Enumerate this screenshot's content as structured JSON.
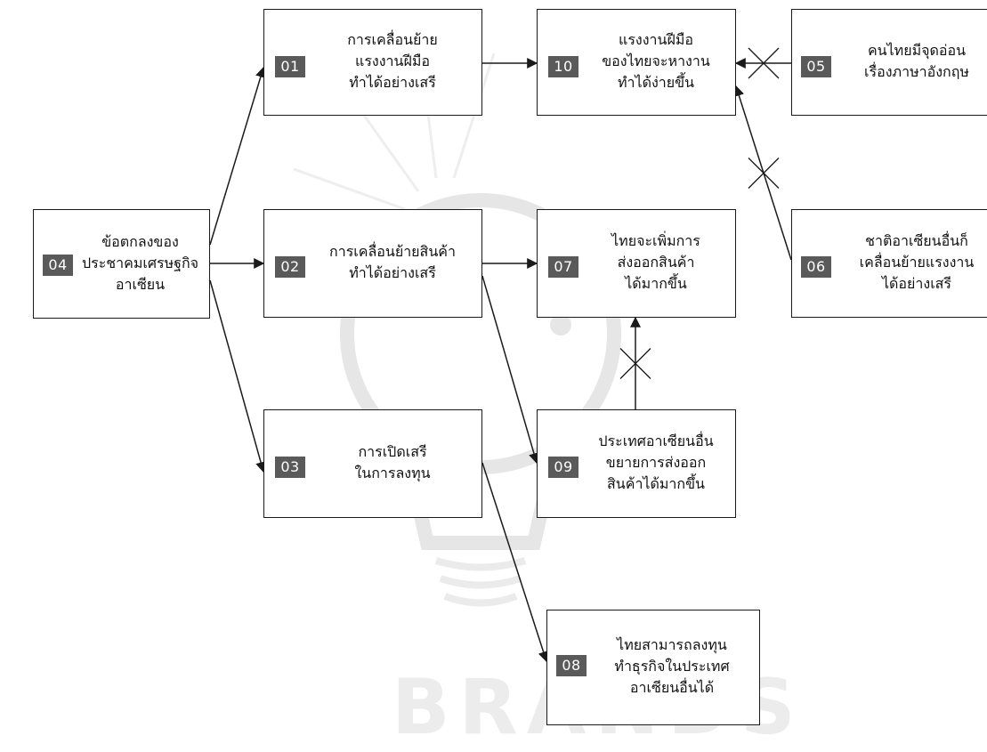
{
  "watermark": {
    "text": "BRANDS"
  },
  "nodes": [
    {
      "id": "04",
      "lines": [
        "ข้อตกลงของ",
        "ประชาคมเศรษฐกิจ",
        "อาเซียน"
      ]
    },
    {
      "id": "01",
      "lines": [
        "การเคลื่อนย้าย",
        "แรงงานฝีมือ",
        "ทำได้อย่างเสรี"
      ]
    },
    {
      "id": "02",
      "lines": [
        "การเคลื่อนย้ายสินค้า",
        "ทำได้อย่างเสรี"
      ]
    },
    {
      "id": "03",
      "lines": [
        "การเปิดเสรี",
        "ในการลงทุน"
      ]
    },
    {
      "id": "10",
      "lines": [
        "แรงงานฝีมือ",
        "ของไทยจะหางาน",
        "ทำได้ง่ายขึ้น"
      ]
    },
    {
      "id": "07",
      "lines": [
        "ไทยจะเพิ่มการ",
        "ส่งออกสินค้า",
        "ได้มากขึ้น"
      ]
    },
    {
      "id": "09",
      "lines": [
        "ประเทศอาเซียนอื่น",
        "ขยายการส่งออก",
        "สินค้าได้มากขึ้น"
      ]
    },
    {
      "id": "05",
      "lines": [
        "คนไทยมีจุดอ่อน",
        "เรื่องภาษาอังกฤษ"
      ]
    },
    {
      "id": "06",
      "lines": [
        "ชาติอาเซียนอื่นก็",
        "เคลื่อนย้ายแรงงาน",
        "ได้อย่างเสรี"
      ]
    },
    {
      "id": "08",
      "lines": [
        "ไทยสามารถลงทุน",
        "ทำธุรกิจในประเทศ",
        "อาเซียนอื่นได้"
      ]
    }
  ],
  "edges": [
    {
      "from": "04",
      "to": "01",
      "type": "positive"
    },
    {
      "from": "04",
      "to": "02",
      "type": "positive"
    },
    {
      "from": "04",
      "to": "03",
      "type": "positive"
    },
    {
      "from": "01",
      "to": "10",
      "type": "positive"
    },
    {
      "from": "02",
      "to": "07",
      "type": "positive"
    },
    {
      "from": "02",
      "to": "09",
      "type": "positive"
    },
    {
      "from": "03",
      "to": "08",
      "type": "positive"
    },
    {
      "from": "05",
      "to": "10",
      "type": "negative"
    },
    {
      "from": "06",
      "to": "10",
      "type": "negative"
    },
    {
      "from": "09",
      "to": "07",
      "type": "negative"
    }
  ],
  "colors": {
    "line": "#1a1a1a",
    "badge": "#5a5a5a",
    "badge_text": "#ffffff",
    "watermark": "#e6e6e6"
  }
}
